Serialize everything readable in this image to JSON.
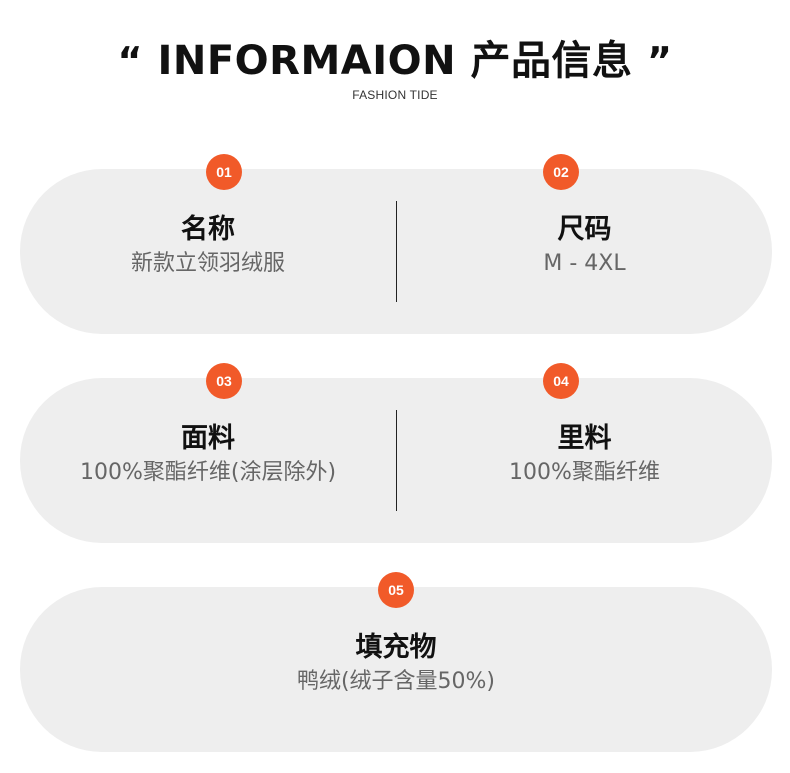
{
  "header": {
    "quote_open": "“",
    "title": "INFORMAION 产品信息",
    "quote_close": "”",
    "subtitle": "FASHION TIDE"
  },
  "items": [
    {
      "number": "01",
      "label": "名称",
      "value": "新款立领羽绒服"
    },
    {
      "number": "02",
      "label": "尺码",
      "value": "M - 4XL"
    },
    {
      "number": "03",
      "label": "面料",
      "value": "100%聚酯纤维(涂层除外)"
    },
    {
      "number": "04",
      "label": "里料",
      "value": "100%聚酯纤维"
    },
    {
      "number": "05",
      "label": "填充物",
      "value": "鸭绒(绒子含量50%)"
    }
  ],
  "colors": {
    "accent": "#f15a29",
    "pill": "#eeeeee"
  }
}
